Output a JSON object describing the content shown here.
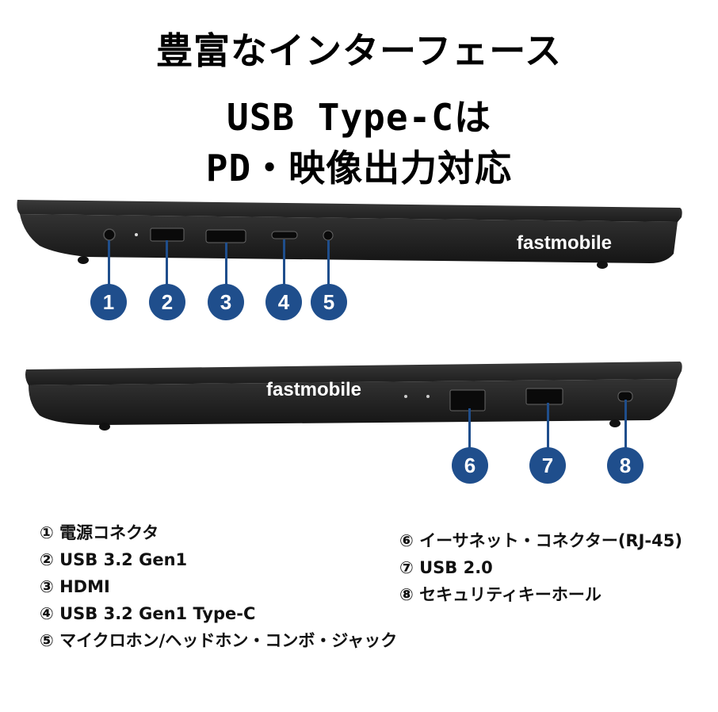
{
  "title": {
    "line1": "豊富なインターフェース",
    "line2": "USB Type-Cは",
    "line3": "PD・映像出力対応"
  },
  "watermark": "fastmobile",
  "badges": [
    "1",
    "2",
    "3",
    "4",
    "5",
    "6",
    "7",
    "8"
  ],
  "legend_left": [
    "① 電源コネクタ",
    "② USB 3.2 Gen1",
    "③ HDMI",
    "④ USB 3.2 Gen1 Type-C",
    "⑤ マイクロホン/ヘッドホン・コンボ・ジャック"
  ],
  "legend_right": [
    "⑥ イーサネット・コネクター(RJ-45)",
    "⑦ USB 2.0",
    "⑧ セキュリティキーホール"
  ],
  "colors": {
    "badge": "#1f4e8c",
    "laptop_body": "#2b2b2b"
  }
}
